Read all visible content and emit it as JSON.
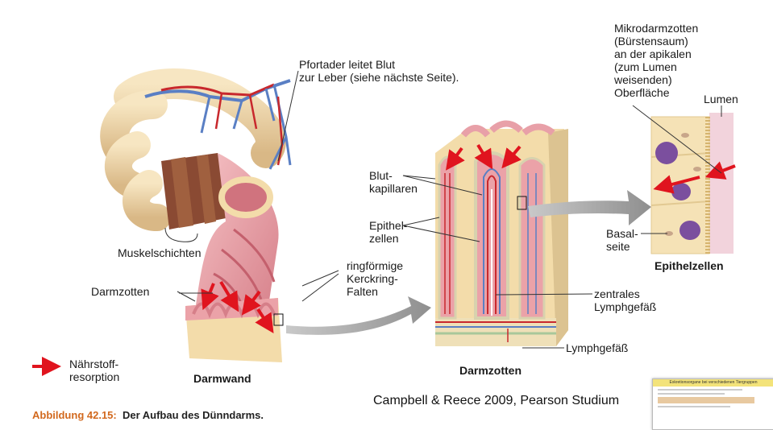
{
  "labels": {
    "pfortader": "Pfortader leitet Blut\nzur Leber (siehe nächste Seite).",
    "muskelschichten": "Muskelschichten",
    "darmzotten_left": "Darmzotten",
    "ringfoermige": "ringförmige\nKerckring-\nFalten",
    "darmwand": "Darmwand",
    "naehrstoff": "Nährstoff-\nresorption",
    "blutkapillaren": "Blut-\nkapillaren",
    "epithelzellen_mid": "Epithel-\nzellen",
    "zentrales": "zentrales\nLymphgefäß",
    "lymphgefaess": "Lymphgefäß",
    "darmzotten_center": "Darmzotten",
    "mikrodarmzotten": "Mikrodarmzotten\n(Bürstensaum)\nan der apikalen\n(zum Lumen\nweisenden)\nOberfläche",
    "lumen": "Lumen",
    "basalseite": "Basal-\nseite",
    "epithelzellen_right": "Epithelzellen"
  },
  "caption": {
    "number": "Abbildung 42.15:",
    "title": "Der Aufbau des Dünndarms."
  },
  "credit": "Campbell & Reece 2009, Pearson Studium",
  "thumbnail": {
    "title": "Exkretionsorgane bei verschiedenen Tiergruppen"
  },
  "colors": {
    "arrow_red": "#e0141e",
    "vein_blue": "#5a7fc4",
    "artery_red": "#c8282d",
    "tissue_pink": "#eba2a8",
    "tissue_cream": "#f3dcaa",
    "muscle_brown": "#8a4a33",
    "flow_arrow_gray": "#9a9a9a",
    "nucleus_purple": "#7b4f9e"
  }
}
